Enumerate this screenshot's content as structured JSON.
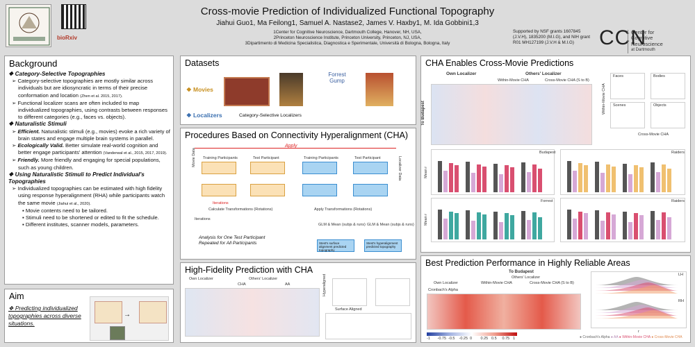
{
  "header": {
    "title": "Cross-movie Prediction of Individualized Functional Topography",
    "authors": "Jiahui Guo1, Ma Feilong1, Samuel A. Nastase2, James V. Haxby1, M. Ida Gobbini1,3",
    "affiliations": [
      "1Center for Cognitive Neuroscience, Dartmouth College, Hanover, NH, USA,",
      "2Princeton Neuroscience Institute, Princeton University, Princeton, NJ, USA,",
      "3Dipartimento di Medicina Specialistica, Diagnostica e Sperimentale, Università di Bologna, Bologna, Italy"
    ],
    "support": "Supported by NSF grants 1607845 (J.V.H), 1835200 (M.I.G), and NIH grant R01 MH127199 (J.V.H & M.I.G)",
    "ccn": "CCN",
    "ccn_side": [
      "Center for",
      "Cognitive",
      "Neuroscience",
      "at Dartmouth"
    ],
    "biorxiv": "bioRxiv"
  },
  "background": {
    "title": "Background",
    "h1": "Category-Selective Topographies",
    "b1": "Category-selective topographies are mostly similar across individuals but are idiosyncratic in terms of their precise conformation and location",
    "b1_cite": "(Zhen et al. 2015, 2017).",
    "b2": "Functional localizer scans are often included to map individualized topographies, using contrasts between responses to different categories (e.g., faces vs. objects).",
    "h2": "Naturalistic Stimuli",
    "b3_lead": "Efficient.",
    "b3": "Naturalistic stimuli (e.g., movies) evoke a rich variety of brain states and engage multiple brain systems in parallel.",
    "b4_lead": "Ecologically Valid.",
    "b4": "Better simulate real-world cognition and better engage participants' attention",
    "b4_cite": "(Vanderwal et al., 2015, 2017, 2019).",
    "b5_lead": "Friendly.",
    "b5": "More friendly and engaging for special populations, such as young children.",
    "h3": "Using Naturalistic Stimuli to Predict Individual's Topographies",
    "b6": "Individualized topographies can be estimated with high fidelity using response hyperalignment (RHA) while participants watch the same movie",
    "b6_cite": "(Jiahui et al., 2020).",
    "s1": "Movie contents need to be tailored.",
    "s2": "Stimuli need to be shortened or edited to fit the schedule.",
    "s3": "Different institutes, scanner models, parameters."
  },
  "aim": {
    "title": "Aim",
    "text": "Predicting individualized topographies across diverse situations."
  },
  "datasets": {
    "title": "Datasets",
    "movies_label": "Movies",
    "localizers_label": "Localizers",
    "localizers_caption": "Category-Selective Localizers",
    "poster_forrest": "Forrest Gump"
  },
  "procedures": {
    "title": "Procedures Based on Connectivity Hyperalignment (CHA)",
    "apply": "Apply",
    "training": "Training Participants",
    "test": "Test Participant",
    "movie_data": "Movie Data",
    "localizer_data": "Localizer Data",
    "calc": "Calculate Transformations (Rotations)",
    "apply_t": "Apply Transformations (Rotations)",
    "iterations": "Iterations",
    "iter_red": "Iterations",
    "glm1": "GLM & Mean (subjs & runs)",
    "glm2": "GLM & Mean (subjs & runs)",
    "out1": "Stest's surface alignment predicted topography",
    "out2": "Stest's hyperalignment predicted topography",
    "analysis": "Analysis for One Test Participant Repeated for All Participants"
  },
  "hifi": {
    "title": "High-Fidelity Prediction with CHA",
    "own": "Own Localizer",
    "others": "Others' Localizer",
    "cha": "CHA",
    "aa": "AA",
    "xlabel1": "Surface Aligned",
    "ylabel1": "Hyperaligned"
  },
  "cross": {
    "title": "CHA Enables Cross-Movie Predictions",
    "own": "Own Localizer",
    "others": "Others' Localizer",
    "within": "Within-Movie CHA",
    "crossm": "Cross-Movie CHA (S to B)",
    "to_budapest": "To Budapest",
    "panels": [
      "Faces",
      "Bodies",
      "Scenes",
      "Objects"
    ],
    "xlabel": "Cross-Movie CHA",
    "ylabel": "Within-Movie CHA",
    "bar_titles": [
      "Budapest",
      "Raiders",
      "Forrest",
      "Raiders"
    ],
    "ylabel_bar": "Mean r"
  },
  "best": {
    "title": "Best Prediction Performance in Highly Reliable Areas",
    "to_budapest": "To Budapest",
    "others": "Others' Localizer",
    "own": "Own Localizer",
    "within": "Within-Movie CHA",
    "crossm": "Cross-Movie CHA (S to B)",
    "cronbach": "Cronbach's Alpha",
    "colorbar_ticks": [
      "-1",
      "-0.75",
      "-0.5",
      "-0.25",
      "0",
      "0.25",
      "0.5",
      "0.75",
      "1"
    ],
    "lh": "LH",
    "rh": "RH",
    "xlabel": "r",
    "legend": [
      "Cronbach's Alpha",
      "AA",
      "Within-Movie CHA",
      "Cross-Movie CHA"
    ],
    "colors": {
      "alpha": "#666666",
      "aa": "#d8b4d8",
      "within": "#d94f70",
      "cross": "#f0a070"
    }
  }
}
